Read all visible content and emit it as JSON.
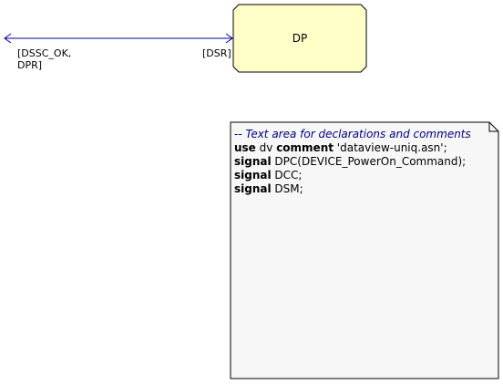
{
  "block": {
    "name": "DP"
  },
  "channel": {
    "left_signals_line1": "[DSSC_OK,",
    "left_signals_line2": "DPR]",
    "right_signals": "[DSR]"
  },
  "text_area": {
    "comment": "-- Text area for declarations and comments",
    "lines": [
      {
        "kw1": "use",
        "t1": " dv ",
        "kw2": "comment",
        "t2": " 'dataview-uniq.asn';"
      },
      {
        "kw1": "signal",
        "t1": " DPC(DEVICE_PowerOn_Command);"
      },
      {
        "kw1": "signal",
        "t1": " DCC;"
      },
      {
        "kw1": "signal",
        "t1": " DSM;"
      }
    ]
  },
  "colors": {
    "block_fill": "#ffffc8",
    "channel": "#0000a0",
    "note_fill": "#f7f7f7",
    "comment": "#000080"
  }
}
